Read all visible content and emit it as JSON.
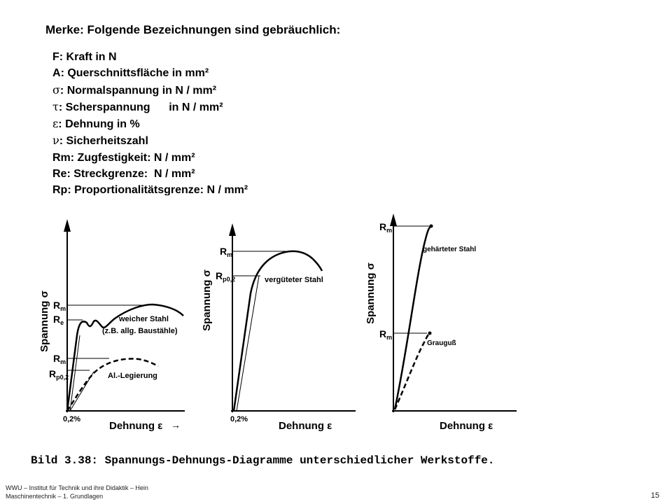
{
  "heading": "Merke: Folgende Bezeichnungen sind gebräuchlich:",
  "terms": [
    {
      "symbol": "F",
      "text": ": Kraft in N"
    },
    {
      "symbol": "A",
      "text": ": Querschnittsfläche in mm²"
    },
    {
      "symbol": "σ",
      "text": ": Normalspannung in N / mm²"
    },
    {
      "symbol": "τ",
      "text": ": Scherspannung      in N / mm²"
    },
    {
      "symbol": "ε",
      "text": ": Dehnung in %"
    },
    {
      "symbol": "ν",
      "text": ": Sicherheitszahl"
    },
    {
      "symbol": "Rm",
      "text": ": Zugfestigkeit: N / mm²"
    },
    {
      "symbol": "Re",
      "text": ": Streckgrenze:  N / mm²"
    },
    {
      "symbol": "Rp",
      "text": ": Proportionalitätsgrenze: N / mm²"
    }
  ],
  "figure": {
    "caption": "Bild 3.38: Spannungs-Dehnungs-Diagramme unterschiedlicher Werkstoffe.",
    "y_axis_label": "Spannung σ",
    "x_axis_label": "Dehnung ε",
    "panel1": {
      "labels": {
        "rm_top": "Rm",
        "re": "Re",
        "rm_low": "Rm",
        "rp": "Rp0,2",
        "tick": "0,2%"
      },
      "curve_weich": "weicher Stahl",
      "curve_weich_note": "(z.B. allg. Baustähle)",
      "curve_al": "Al.-Legierung"
    },
    "panel2": {
      "labels": {
        "rm": "Rm",
        "rp": "Rp0,2",
        "tick": "0,2%"
      },
      "curve": "vergüteter Stahl"
    },
    "panel3": {
      "labels": {
        "rm_top": "Rm",
        "rm_low": "Rm"
      },
      "curve_hart": "gehärteter Stahl",
      "curve_guss": "Grauguß"
    }
  },
  "footer": {
    "line1": "WWU – Institut für Technik und ihre Didaktik – Hein",
    "line2": "Maschinentechnik – 1. Grundlagen"
  },
  "page_number": "15"
}
